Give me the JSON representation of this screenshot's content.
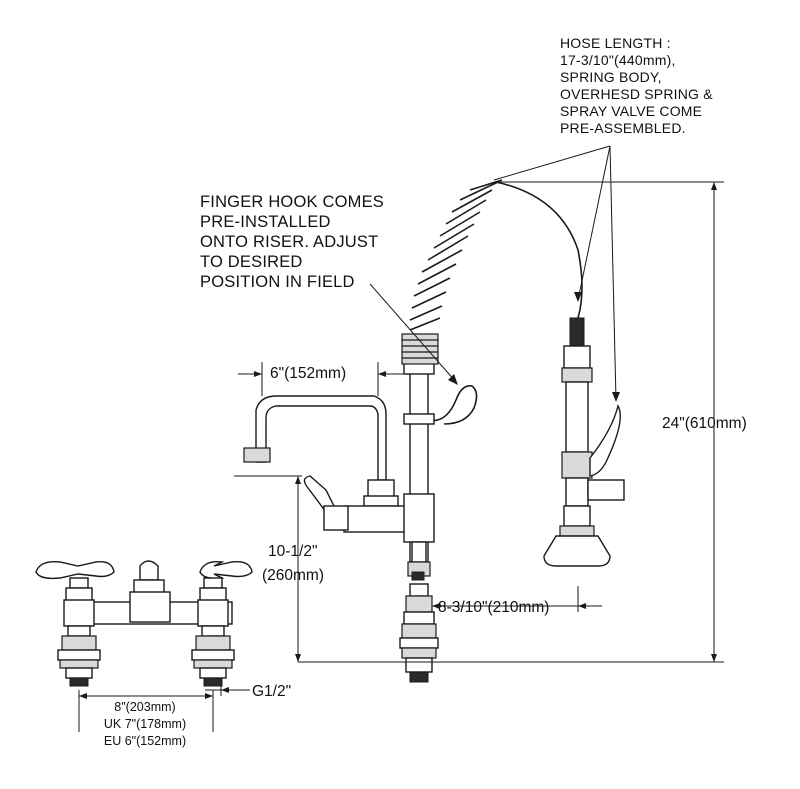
{
  "notes": {
    "hose": [
      "HOSE LENGTH :",
      "17-3/10\"(440mm),",
      "SPRING BODY,",
      "OVERHESD SPRING &",
      "SPRAY VALVE COME",
      "PRE-ASSEMBLED."
    ],
    "hook": [
      "FINGER HOOK COMES",
      "PRE-INSTALLED",
      "ONTO RISER. ADJUST",
      "TO DESIRED",
      "POSITION IN FIELD"
    ]
  },
  "dimensions": {
    "spout_reach": "6\"(152mm)",
    "spout_height_in": "10-1/2\"",
    "spout_height_mm": "(260mm)",
    "overall_height": "24\"(610mm)",
    "spray_offset": "8-3/10\"(210mm)",
    "connection": "G1/2\"",
    "centers": [
      "8\"(203mm)",
      "UK 7\"(178mm)",
      "EU 6\"(152mm)"
    ]
  }
}
